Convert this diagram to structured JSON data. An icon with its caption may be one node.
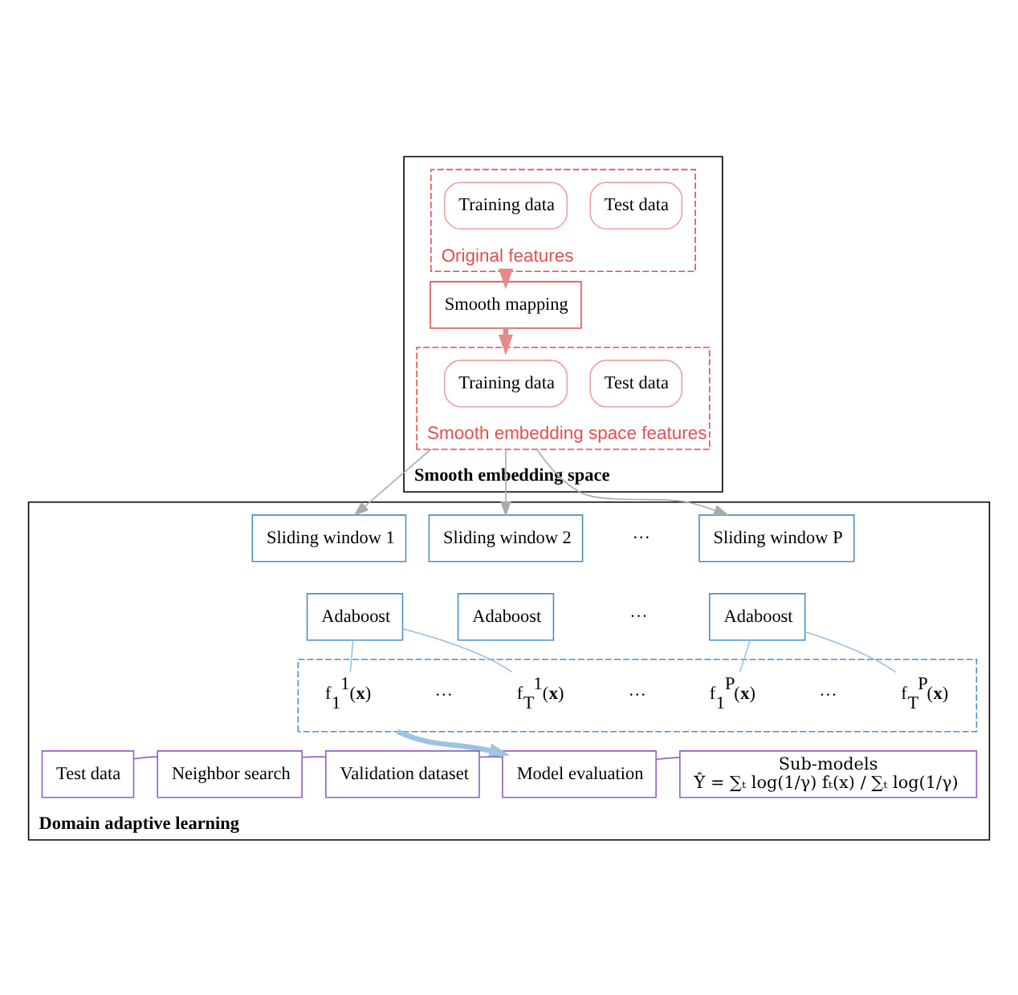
{
  "diagram": {
    "nodes": [
      {
        "text": [
          "Smooth embedding space"
        ]
      },
      {
        "text": [
          "Original features"
        ],
        "in": 0
      },
      {
        "text": [
          "Training data"
        ],
        "in": 1
      },
      {
        "text": [
          "Test data"
        ],
        "in": 1
      },
      {
        "text": [
          "Smooth mapping"
        ],
        "in": 0
      },
      {
        "text": [
          "Smooth embedding space features"
        ],
        "in": 0
      },
      {
        "text": [
          "Training data"
        ],
        "in": 5
      },
      {
        "text": [
          "Test data"
        ],
        "in": 5
      },
      {
        "text": [
          "Domain adaptive learning"
        ]
      },
      {
        "text": [
          "Sliding window 1"
        ],
        "in": 8
      },
      {
        "text": [
          "Sliding window 2"
        ],
        "in": 8
      },
      {
        "text": [
          "Sliding window P"
        ],
        "in": 8
      },
      {
        "text": [
          "Adaboost"
        ],
        "in": 8
      },
      {
        "text": [
          "Adaboost"
        ],
        "in": 8
      },
      {
        "text": [
          "Adaboost"
        ],
        "in": 8
      },
      {
        "text": [],
        "shape": "box",
        "in": 8
      },
      {
        "text": [
          "f$_{1}$$^{1}$(**x**)"
        ],
        "in": 15
      },
      {
        "text": [
          "f$_{T}$$^{1}$(**x**)"
        ],
        "in": 15
      },
      {
        "text": [
          "f$_{1}$$^{P}$(**x**)"
        ],
        "in": 15
      },
      {
        "text": [
          "f$_{T}$$^{P}$(**x**)"
        ],
        "in": 15
      },
      {
        "text": [
          "Test data"
        ],
        "in": 8
      },
      {
        "text": [
          "Neighbor search"
        ],
        "in": 8
      },
      {
        "text": [
          "Validation dataset"
        ],
        "in": 8
      },
      {
        "text": [
          "Model evaluation"
        ],
        "in": 8
      },
      {
        "text": [
          "Sub-models",
          "Ŷ = ∑ₜ log(1/γ) fₜ(x) / ∑ₜ log(1/γ)"
        ],
        "in": 8
      }
    ],
    "edges": [
      {
        "from": 1,
        "to": 4,
        "arrow": "to",
        "style": "thick",
        "color": "#e88888"
      },
      {
        "from": 4,
        "to": 5,
        "arrow": "to",
        "style": "thick",
        "color": "#e88888"
      },
      {
        "from": 5,
        "to": 9,
        "arrow": "to",
        "color": "#aaaaaa"
      },
      {
        "from": 5,
        "to": 10,
        "arrow": "to",
        "color": "#aaaaaa"
      },
      {
        "from": 5,
        "to": 11,
        "arrow": "to",
        "color": "#aaaaaa"
      },
      {
        "from": 12,
        "to": 16,
        "arrow": "none",
        "color": "#9cc3e0"
      },
      {
        "from": 12,
        "to": 17,
        "arrow": "none",
        "color": "#9cc3e0"
      },
      {
        "from": 14,
        "to": 18,
        "arrow": "none",
        "color": "#9cc3e0"
      },
      {
        "from": 14,
        "to": 19,
        "arrow": "none",
        "color": "#9cc3e0"
      },
      {
        "from": 15,
        "to": 23,
        "arrow": "to",
        "style": "thick",
        "color": "#9cc3e0"
      },
      {
        "from": 20,
        "to": 21,
        "arrow": "none",
        "color": "#9060c0"
      },
      {
        "from": 21,
        "to": 22,
        "arrow": "none",
        "color": "#9060c0"
      },
      {
        "from": 22,
        "to": 23,
        "arrow": "none",
        "color": "#9060c0"
      },
      {
        "from": 23,
        "to": 24,
        "arrow": "none",
        "color": "#9060c0"
      }
    ],
    "labels": [
      "···",
      "···",
      "···",
      "···",
      "···"
    ]
  }
}
